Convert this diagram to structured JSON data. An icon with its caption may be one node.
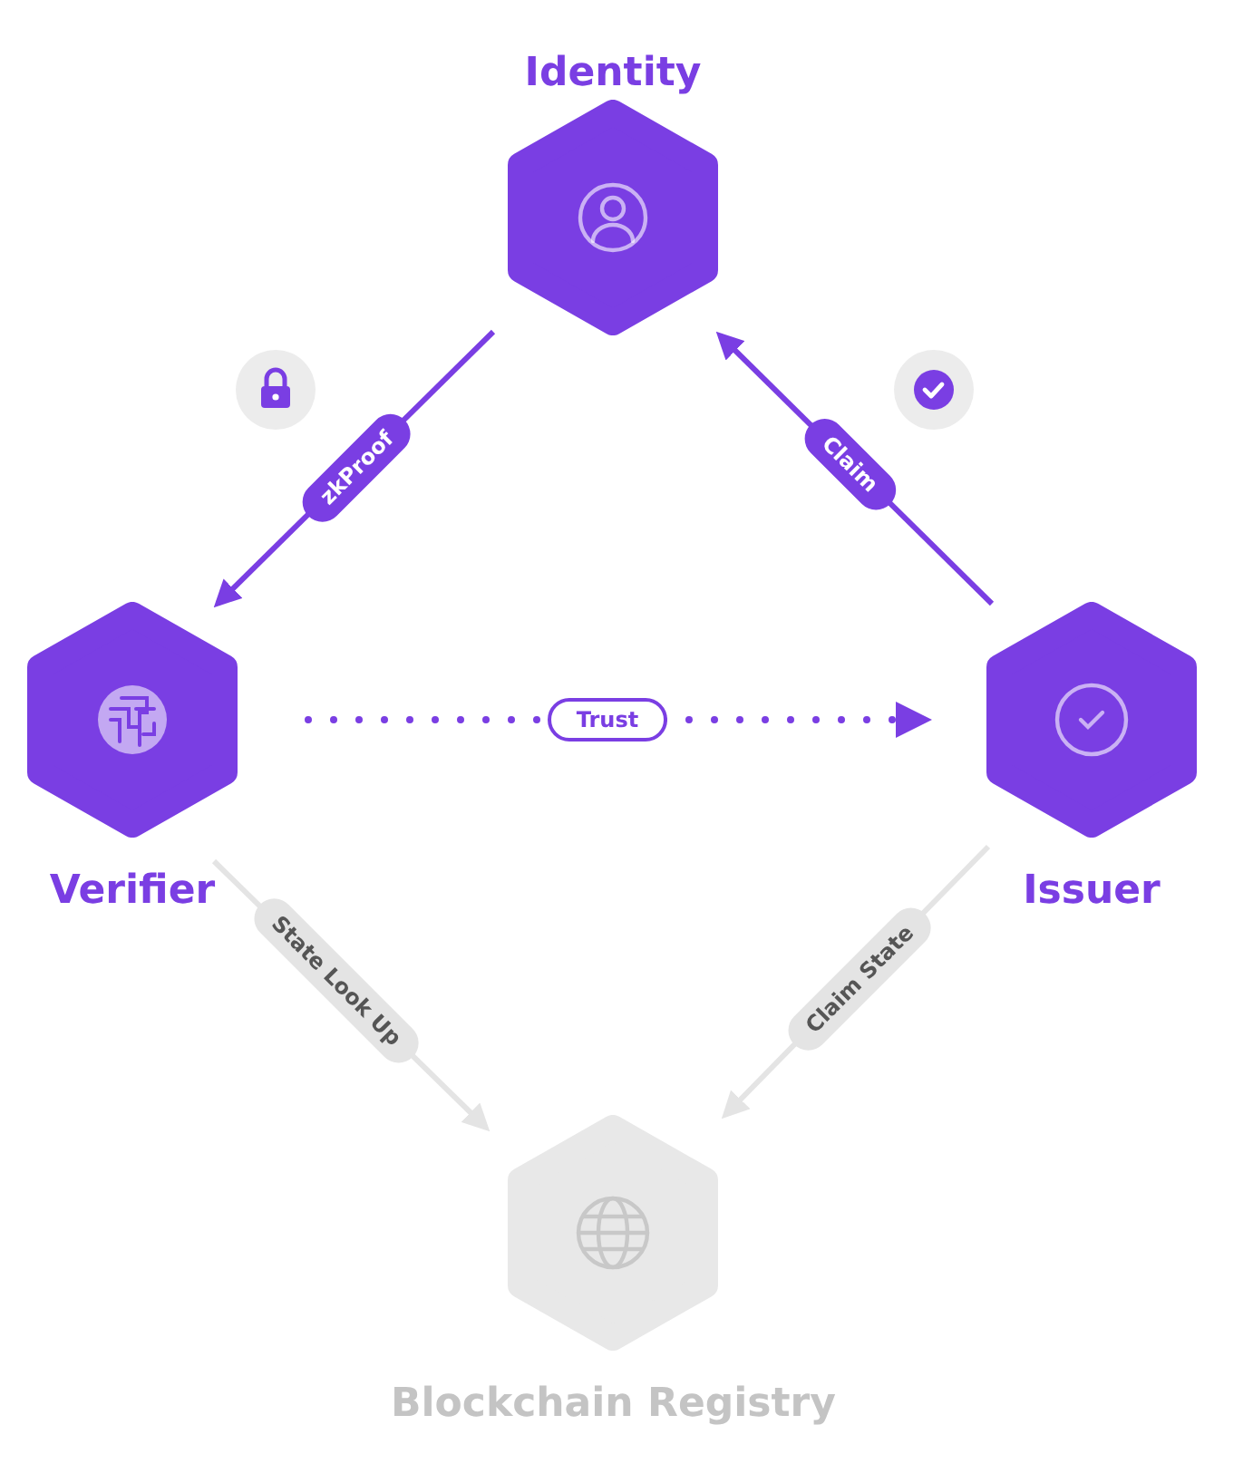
{
  "diagram": {
    "nodes": [
      {
        "text": [
          "Identity"
        ]
      },
      {
        "text": [
          "Verifier"
        ]
      },
      {
        "text": [
          "Issuer"
        ]
      },
      {
        "text": [
          "Blockchain Registry"
        ]
      }
    ],
    "edges": [
      {
        "from": 0,
        "to": 1,
        "arrow": "to",
        "label": "zkProof"
      },
      {
        "from": 2,
        "to": 0,
        "arrow": "to",
        "label": "Claim"
      },
      {
        "from": 1,
        "to": 2,
        "arrow": "to",
        "label": "Trust",
        "style": "dashed"
      },
      {
        "from": 1,
        "to": 3,
        "arrow": "to",
        "label": "State Look Up",
        "color": "#e4e4e4"
      },
      {
        "from": 2,
        "to": 3,
        "arrow": "to",
        "label": "Claim State",
        "color": "#e4e4e4"
      }
    ]
  }
}
